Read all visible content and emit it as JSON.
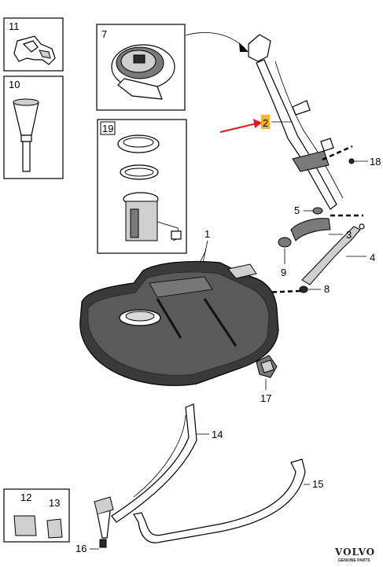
{
  "labels": {
    "p1": "1",
    "p2": "2",
    "p3": "3",
    "p4": "4",
    "p5": "5",
    "p7": "7",
    "p8": "8",
    "p9": "9",
    "p10": "10",
    "p11": "11",
    "p12": "12",
    "p13": "13",
    "p14": "14",
    "p15": "15",
    "p16": "16",
    "p17": "17",
    "p18": "18",
    "p19": "19"
  },
  "brand": {
    "name": "VOLVO",
    "tagline": "GENUINE PARTS"
  },
  "highlight_color": "#f5b335",
  "arrow_color": "#e0191b"
}
